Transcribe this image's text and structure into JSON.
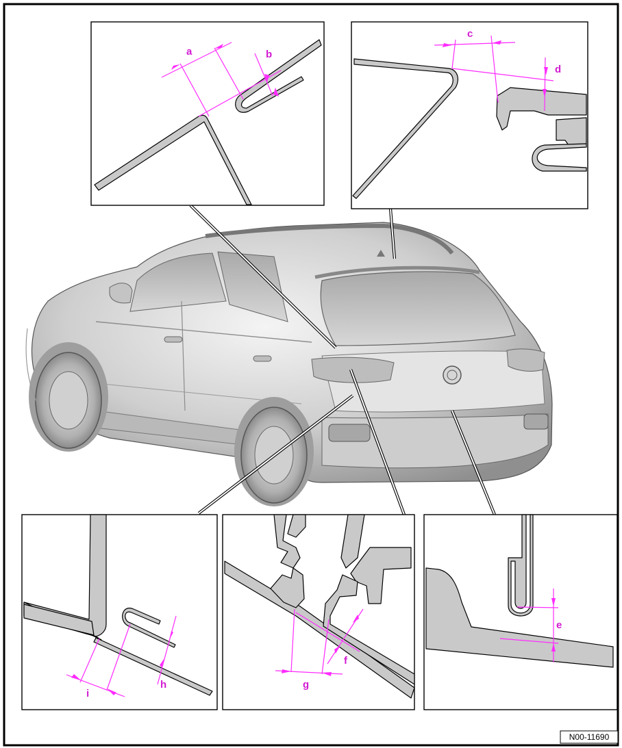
{
  "figure": {
    "reference_code": "N00-11690",
    "dimension_labels": {
      "a": "a",
      "b": "b",
      "c": "c",
      "d": "d",
      "e": "e",
      "f": "f",
      "g": "g",
      "h": "h",
      "i": "i"
    },
    "illustration": "car-rear-three-quarter-view",
    "colors": {
      "dimension_lines": "#ff2bff",
      "dimension_text": "#d21cd2",
      "part_fill": "#c9c9c9"
    }
  }
}
